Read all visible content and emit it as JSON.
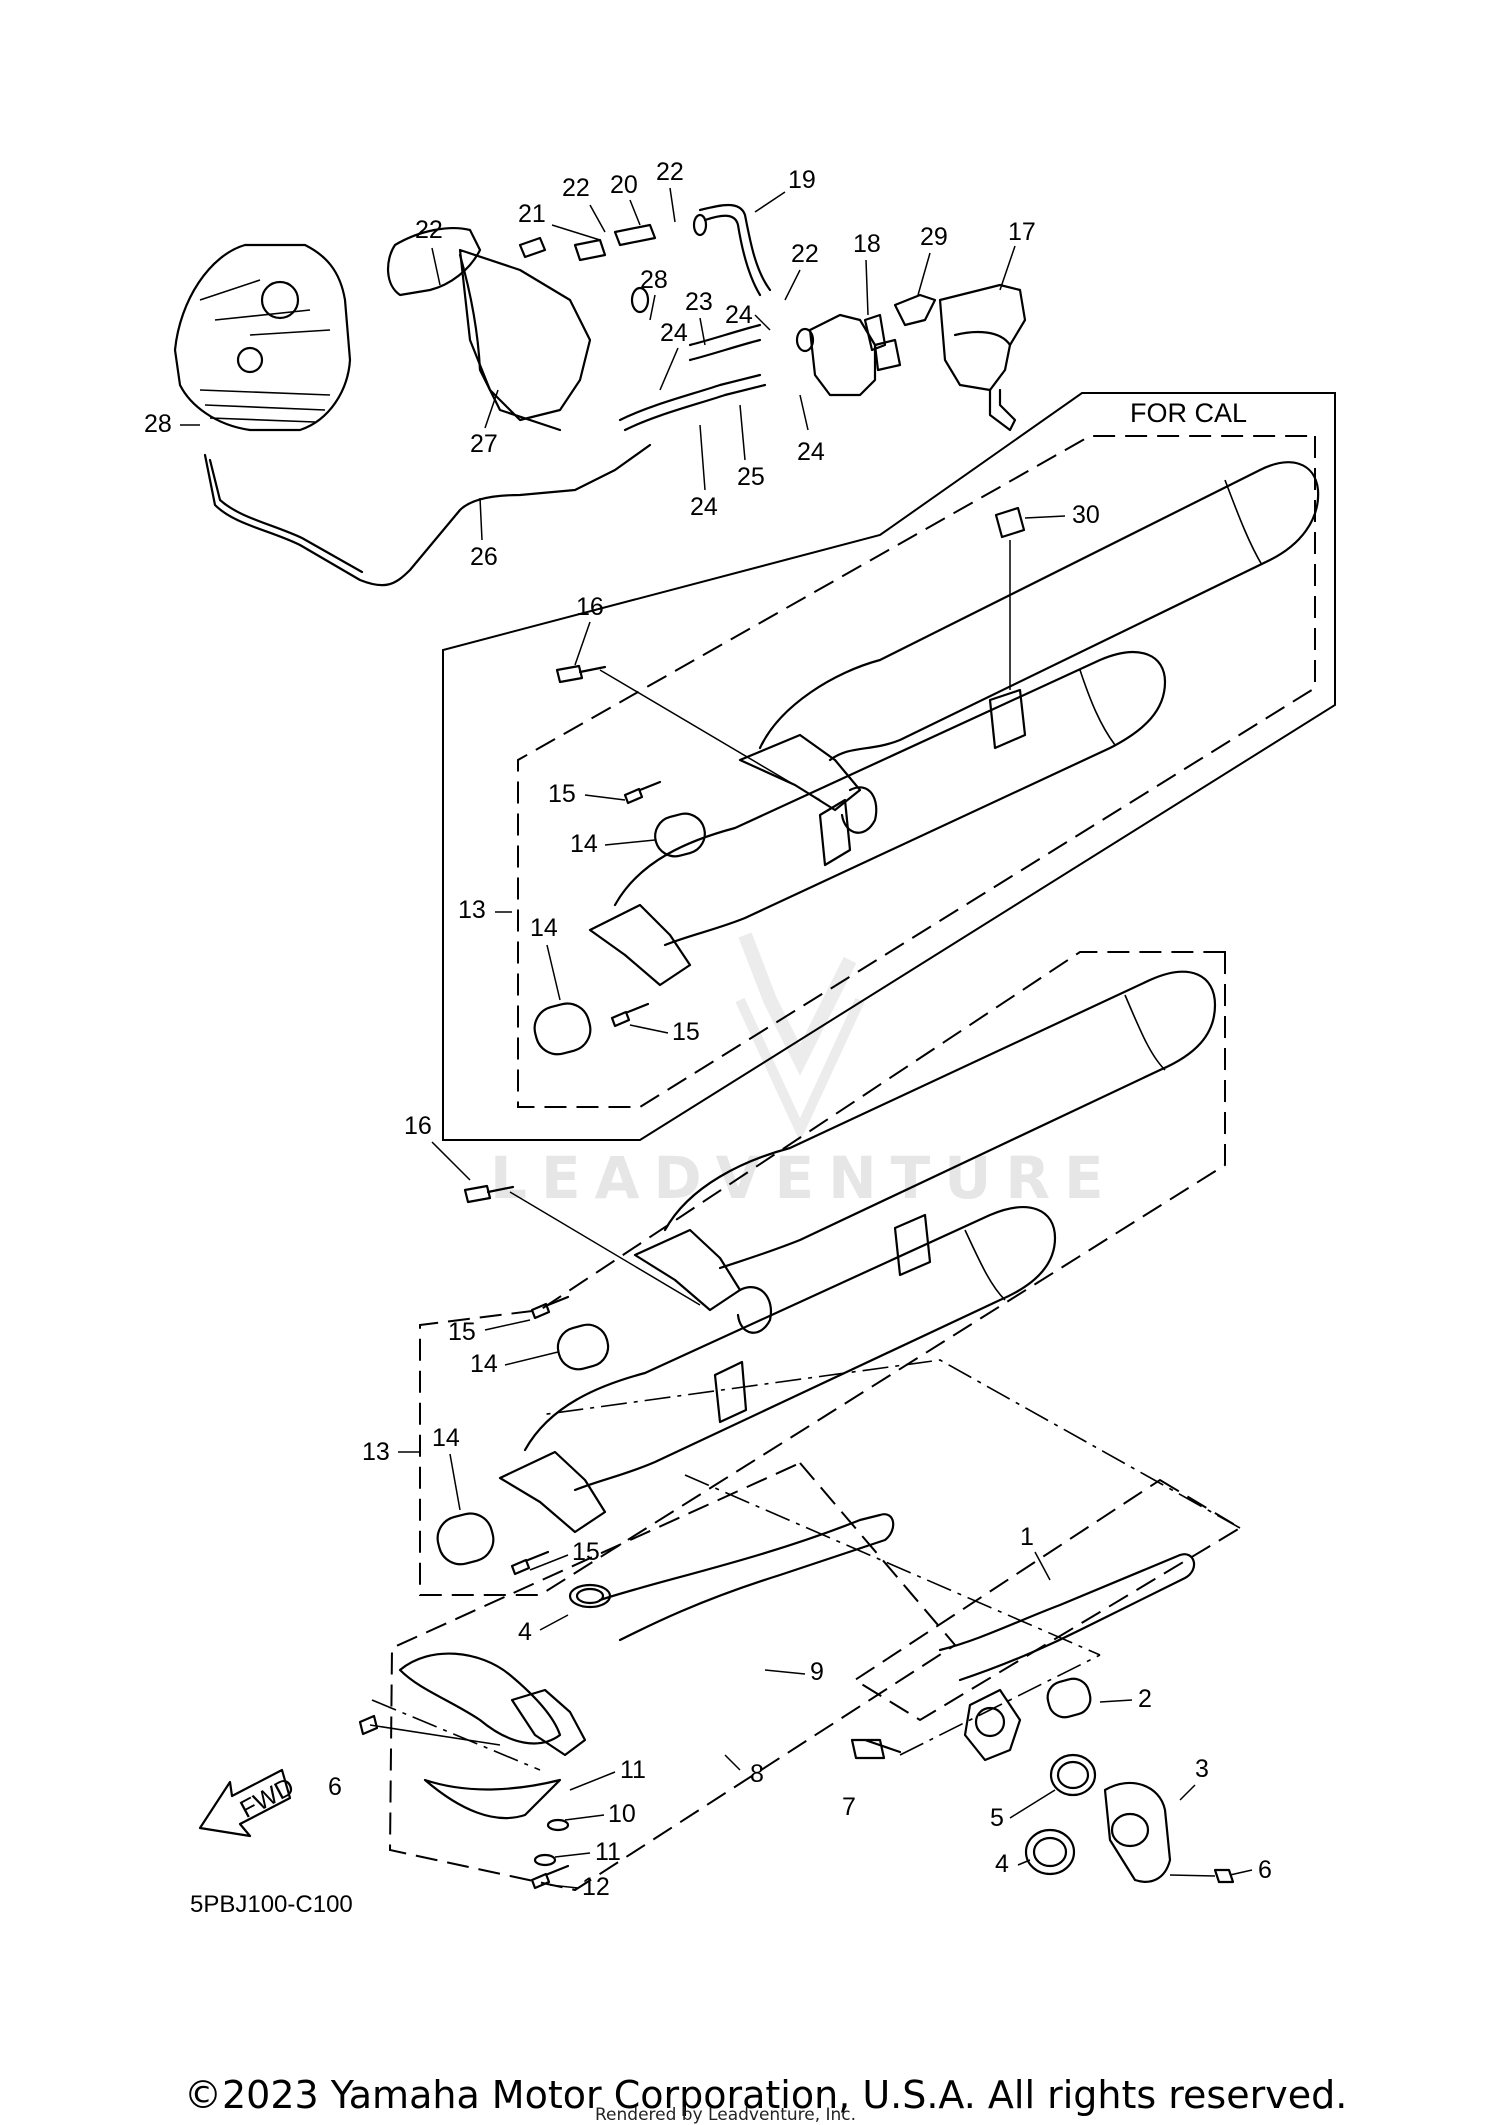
{
  "diagram_code": "5PBJ100-C100",
  "variant_label": "FOR CAL",
  "direction_label": "FWD",
  "watermark": "LEADVENTURE",
  "copyright": "©2023 Yamaha Motor Corporation, U.S.A. All rights reserved.",
  "rendered_by": "Rendered by Leadventure, Inc.",
  "callouts": [
    {
      "id": "c1",
      "text": "1"
    },
    {
      "id": "c2",
      "text": "2"
    },
    {
      "id": "c3",
      "text": "3"
    },
    {
      "id": "c4a",
      "text": "4"
    },
    {
      "id": "c4b",
      "text": "4"
    },
    {
      "id": "c5",
      "text": "5"
    },
    {
      "id": "c6a",
      "text": "6"
    },
    {
      "id": "c6b",
      "text": "6"
    },
    {
      "id": "c7",
      "text": "7"
    },
    {
      "id": "c8",
      "text": "8"
    },
    {
      "id": "c9",
      "text": "9"
    },
    {
      "id": "c10",
      "text": "10"
    },
    {
      "id": "c11a",
      "text": "11"
    },
    {
      "id": "c11b",
      "text": "11"
    },
    {
      "id": "c12",
      "text": "12"
    },
    {
      "id": "c13a",
      "text": "13"
    },
    {
      "id": "c13b",
      "text": "13"
    },
    {
      "id": "c14a",
      "text": "14"
    },
    {
      "id": "c14b",
      "text": "14"
    },
    {
      "id": "c14c",
      "text": "14"
    },
    {
      "id": "c14d",
      "text": "14"
    },
    {
      "id": "c15a",
      "text": "15"
    },
    {
      "id": "c15b",
      "text": "15"
    },
    {
      "id": "c15c",
      "text": "15"
    },
    {
      "id": "c15d",
      "text": "15"
    },
    {
      "id": "c16a",
      "text": "16"
    },
    {
      "id": "c16b",
      "text": "16"
    },
    {
      "id": "c17",
      "text": "17"
    },
    {
      "id": "c18",
      "text": "18"
    },
    {
      "id": "c19",
      "text": "19"
    },
    {
      "id": "c20",
      "text": "20"
    },
    {
      "id": "c21",
      "text": "21"
    },
    {
      "id": "c22a",
      "text": "22"
    },
    {
      "id": "c22b",
      "text": "22"
    },
    {
      "id": "c22c",
      "text": "22"
    },
    {
      "id": "c22d",
      "text": "22"
    },
    {
      "id": "c23",
      "text": "23"
    },
    {
      "id": "c24a",
      "text": "24"
    },
    {
      "id": "c24b",
      "text": "24"
    },
    {
      "id": "c24c",
      "text": "24"
    },
    {
      "id": "c24d",
      "text": "24"
    },
    {
      "id": "c25",
      "text": "25"
    },
    {
      "id": "c26",
      "text": "26"
    },
    {
      "id": "c27",
      "text": "27"
    },
    {
      "id": "c28a",
      "text": "28"
    },
    {
      "id": "c28b",
      "text": "28"
    },
    {
      "id": "c29",
      "text": "29"
    },
    {
      "id": "c30",
      "text": "30"
    }
  ]
}
